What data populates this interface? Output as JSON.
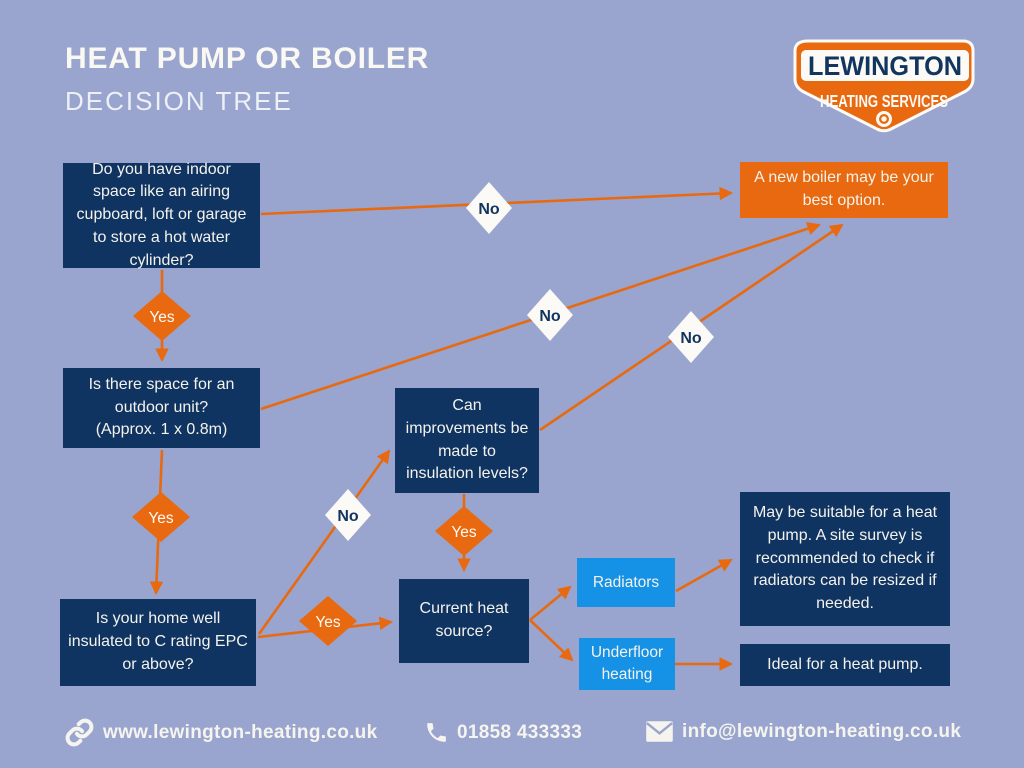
{
  "header": {
    "title": "HEAT PUMP OR BOILER",
    "subtitle": "DECISION TREE"
  },
  "logo": {
    "brand": "LEWINGTON",
    "tagline": "HEATING SERVICES"
  },
  "labels": {
    "yes": "Yes",
    "no": "No"
  },
  "nodes": {
    "indoor_space": "Do you have indoor space like an airing cupboard, loft or garage to store a hot water cylinder?",
    "new_boiler": "A new boiler may be your best option.",
    "outdoor_unit_line1": "Is there space for an outdoor unit?",
    "outdoor_unit_line2": "(Approx.  1 x 0.8m)",
    "insulation_improvements": "Can improvements be made to insulation levels?",
    "epc_rating": "Is your home well insulated to C rating EPC or above?",
    "heat_source": "Current heat source?",
    "radiators": "Radiators",
    "underfloor": "Underfloor heating",
    "suitable": "May be suitable for a heat pump. A site survey is recommended to check if radiators can be resized if needed.",
    "ideal": "Ideal for a heat pump."
  },
  "footer": {
    "website": "www.lewington-heating.co.uk",
    "phone": "01858 433333",
    "email": "info@lewington-heating.co.uk"
  },
  "colors": {
    "background": "#99a5ce",
    "navy_box": "#103462",
    "orange": "#e8690f",
    "blue_box": "#1591e5",
    "diamond_white": "#fbfaf6",
    "text_white": "#f4f2ec"
  }
}
